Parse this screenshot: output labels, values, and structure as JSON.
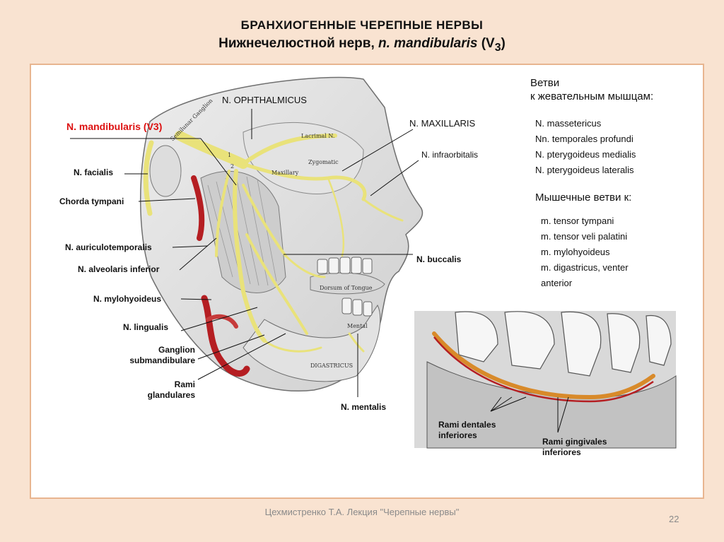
{
  "title": {
    "line1": "БРАНХИОГЕННЫЕ  ЧЕРЕПНЫЕ НЕРВЫ",
    "line2_prefix": "Нижнечелюстной нерв, ",
    "line2_latin": "n. mandibularis",
    "line2_suffix": " (V",
    "line2_sub": "3",
    "line2_end": ")"
  },
  "diagram_labels": {
    "mandibularis_prefix": "N. mandibularis",
    "mandibularis_suffix": " (V",
    "mandibularis_sub": "3",
    "mandibularis_end": ")",
    "ophthalmicus": "N. OPHTHALMICUS",
    "maxillaris": "N. MAXILLARIS",
    "infraorbitalis": "N. infraorbitalis",
    "facialis": "N. facialis",
    "chorda_tympani": "Chorda tympani",
    "auriculotemporalis": "N.  auriculotemporalis",
    "alveolaris_inferior": "N.  alveolaris inferior",
    "mylohyoideus": "N.  mylohyoideus",
    "lingualis": "N. lingualis",
    "ganglion_submandibulare": "Ganglion\nsubmandibulare",
    "rami_glandulares": "Rami\nglandulares",
    "buccalis": "N.  buccalis",
    "mentalis": "N. mentalis",
    "rami_dentales": "Rami dentales\ninferiores",
    "rami_gingivales": "Rami  gingivales\ninferiores"
  },
  "image_labels": {
    "semilunar_ganglion": "Semilunar Ganglion",
    "lacrimal": "Lacrimal N.",
    "zygomatic": "Zygomatic",
    "maxillary": "Maxillary",
    "dorsum_tongue": "Dorsum of Tongue",
    "digastricus": "DIGASTRICUS",
    "mental": "Mental",
    "num1": "1",
    "num2": "2"
  },
  "sidebar": {
    "branches_heading": "Ветви\nк жевательным мышцам:",
    "branches": [
      "N.    massetericus",
      "Nn.  temporales profundi",
      "N.    pterygoideus medialis",
      "N.   pterygoideus lateralis"
    ],
    "muscle_heading": "Мышечные ветви к:",
    "muscles": [
      "m. tensor tympani",
      "m. tensor veli palatini",
      "m. mylohyoideus",
      "m. digastricus, venter",
      "anterior"
    ]
  },
  "footer": {
    "lecture": "Цехмистренко Т.А. Лекция \"Черепные нервы\"",
    "page": "22"
  },
  "colors": {
    "background": "#f9e3d1",
    "panel_border": "#e8b590",
    "nerve": "#e9e27a",
    "artery": "#b51e22",
    "highlight_nerve": "#d88a2a",
    "accent_red": "#dd1111"
  }
}
